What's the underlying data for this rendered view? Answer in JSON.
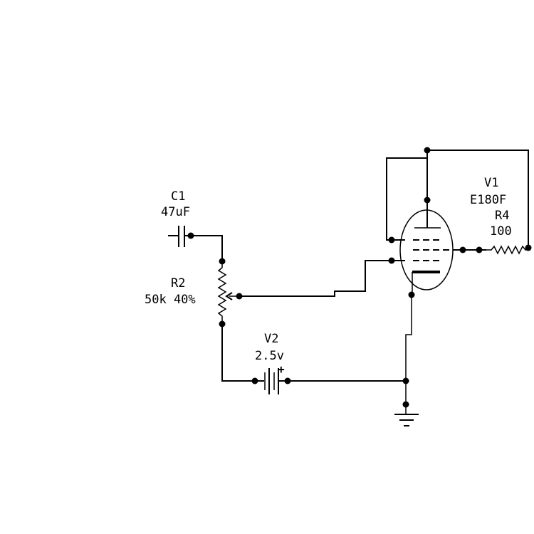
{
  "components": {
    "c1": {
      "name": "C1",
      "value": "47uF",
      "icon": "capacitor-icon"
    },
    "r2": {
      "name": "R2",
      "value": "50k 40%",
      "icon": "potentiometer-icon"
    },
    "v1": {
      "name": "V1",
      "value": "E180F",
      "icon": "vacuum-tube-icon"
    },
    "r4": {
      "name": "R4",
      "value": "100",
      "icon": "resistor-icon"
    },
    "v2": {
      "name": "V2",
      "value": "2.5v",
      "polarity": "+",
      "icon": "battery-icon"
    },
    "gnd": {
      "icon": "ground-icon"
    }
  },
  "colors": {
    "ink": "#000000",
    "background": "#ffffff"
  }
}
